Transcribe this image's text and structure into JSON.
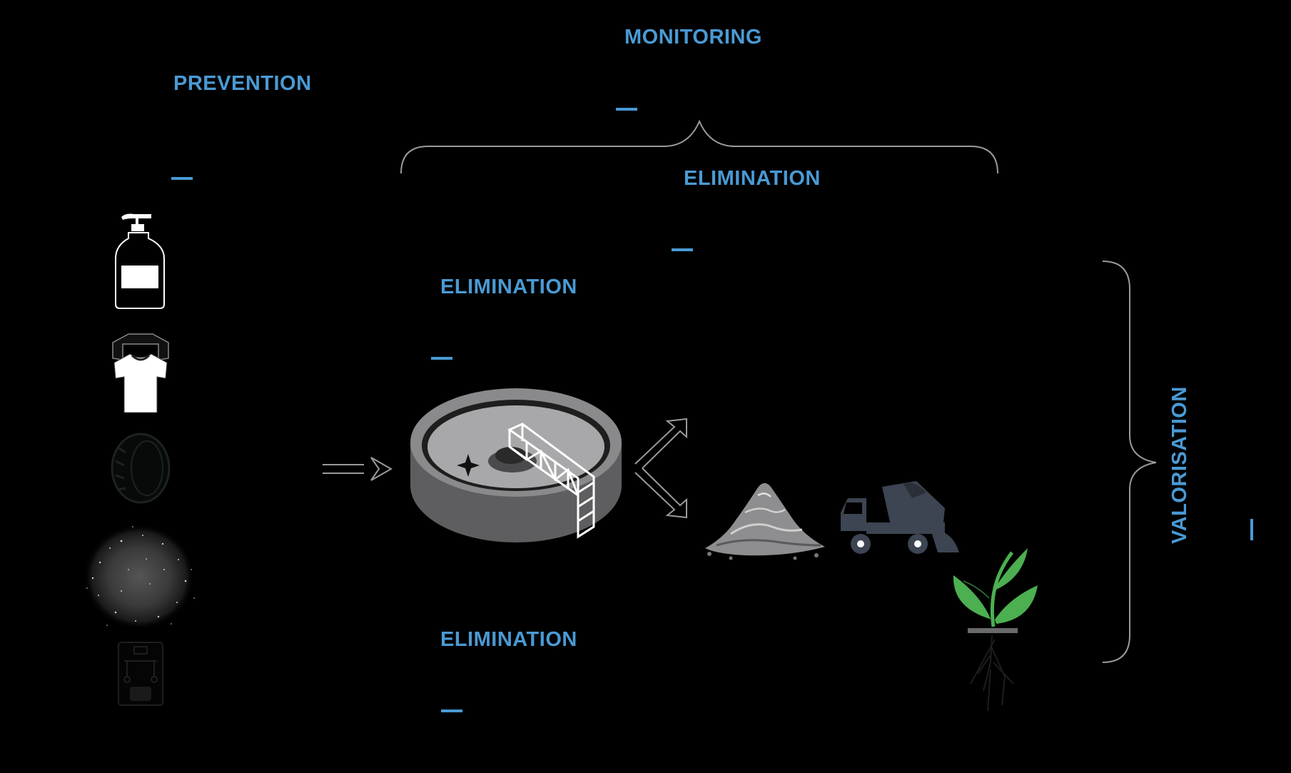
{
  "labels": {
    "monitoring": "MONITORING",
    "prevention": "PREVENTION",
    "elimination_top": "ELIMINATION",
    "elimination_middle": "ELIMINATION",
    "elimination_bottom": "ELIMINATION",
    "valorisation": "VALORISATION"
  },
  "colors": {
    "accent": "#4a9ad4",
    "line": "#9a9a9a",
    "plant_green": "#4caf50",
    "truck_grey": "#3d4452"
  },
  "icons": [
    "soap-bottle-icon",
    "t-shirt-icon",
    "tire-icon",
    "microparticles-icon",
    "circuit-board-icon",
    "arrow-right-icon",
    "clarifier-tank-icon",
    "branch-arrows-icon",
    "sludge-pile-icon",
    "dump-truck-icon",
    "plant-icon"
  ]
}
